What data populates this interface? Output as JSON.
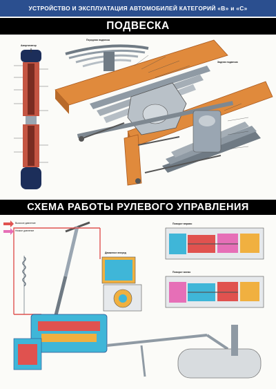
{
  "header": {
    "title": "УСТРОЙСТВО И ЭКСПЛУАТАЦИЯ АВТОМОБИЛЕЙ КАТЕГОРИЙ «В» и «С»"
  },
  "section_suspension": {
    "title": "ПОДВЕСКА",
    "labels": {
      "shock_absorber": "Амортизатор",
      "front_suspension": "Передняя подвеска",
      "rear_suspension": "Задняя подвеска"
    }
  },
  "section_steering": {
    "title": "СХЕМА РАБОТЫ РУЛЕВОГО УПРАВЛЕНИЯ",
    "keys": {
      "high_pressure": "Высокое давление",
      "low_pressure": "Низкое давление"
    },
    "labels": {
      "right_turn": "Поворот вправо",
      "left_turn": "Поворот влево",
      "direction": "Движение вперед"
    }
  },
  "colors": {
    "header_bg": "#2b4f8f",
    "band_bg": "#000000",
    "frame_orange": "#e08a3c",
    "steel_gray": "#8f9aa4",
    "hydraulic_cyan": "#3fb6d8",
    "oil_red": "#e0524f",
    "pink": "#e66fb7"
  }
}
